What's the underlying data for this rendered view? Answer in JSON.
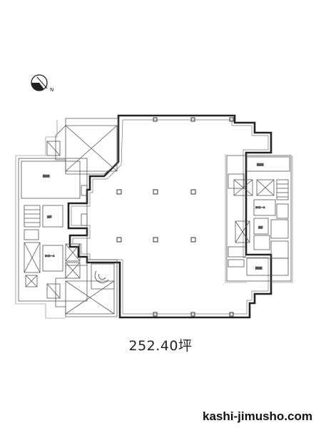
{
  "floor_area_label": "252.40坪",
  "site_name": "kashi-jimusho.com",
  "compass_label": "N",
  "colors": {
    "wall_heavy": "#222222",
    "wall_light": "#555555",
    "background": "#ffffff"
  }
}
